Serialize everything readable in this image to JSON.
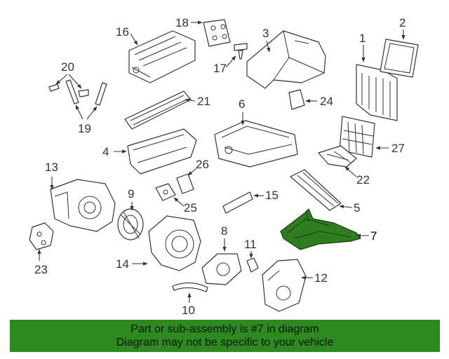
{
  "callouts": {
    "c1": "1",
    "c2": "2",
    "c3": "3",
    "c4": "4",
    "c5": "5",
    "c6": "6",
    "c7": "7",
    "c8": "8",
    "c9": "9",
    "c10": "10",
    "c11": "11",
    "c12": "12",
    "c13": "13",
    "c14": "14",
    "c15": "15",
    "c16": "16",
    "c17": "17",
    "c18": "18",
    "c19": "19",
    "c20": "20",
    "c21": "21",
    "c22": "22",
    "c23": "23",
    "c24": "24",
    "c25": "25",
    "c26": "26",
    "c27": "27"
  },
  "highlight": {
    "part": "7",
    "color": "#2e7d1e"
  },
  "banner": {
    "line1": "Part or sub-assembly is #7 in diagram",
    "line2": "Diagram may not be specific to your vehicle",
    "color": "#2c8a1e"
  }
}
